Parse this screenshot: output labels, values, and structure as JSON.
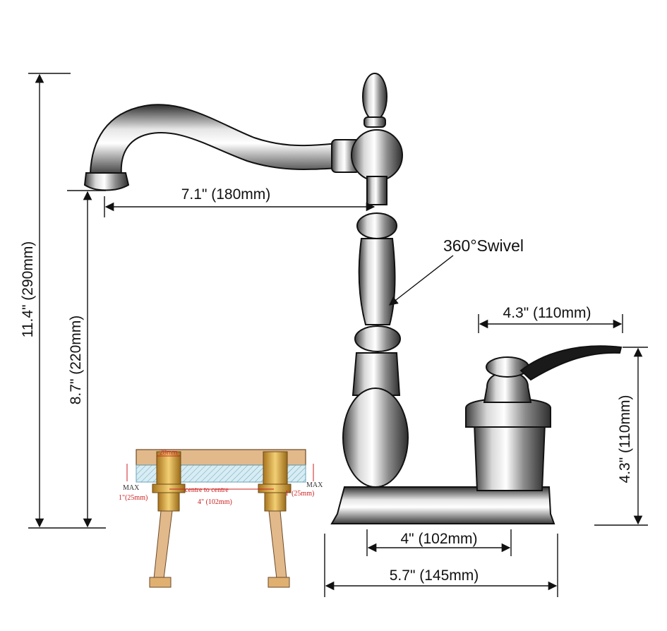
{
  "dimensions": {
    "total_height": "11.4\" (290mm)",
    "spout_height": "8.7\" (220mm)",
    "spout_reach": "7.1\" (180mm)",
    "handle_reach": "4.3\" (110mm)",
    "handle_height": "4.3\" (110mm)",
    "center_spacing": "4\" (102mm)",
    "base_width": "5.7\" (145mm)"
  },
  "callouts": {
    "swivel": "360°Swivel"
  },
  "installation_detail": {
    "hole_label": "28mm",
    "center_text": "centre to centre",
    "center_value": "4\" (102mm)",
    "max_left_title": "MAX",
    "max_left_value": "1\"(25mm)",
    "max_right_title": "MAX",
    "max_right_value": "1\"(25mm)"
  },
  "colors": {
    "line": "#111111",
    "accent": "#cc1f1f",
    "brass": "#d9a441",
    "wood": "#e2b98a",
    "chrome_dark": "#4a4a4a",
    "chrome_light": "#f2f2f2"
  }
}
